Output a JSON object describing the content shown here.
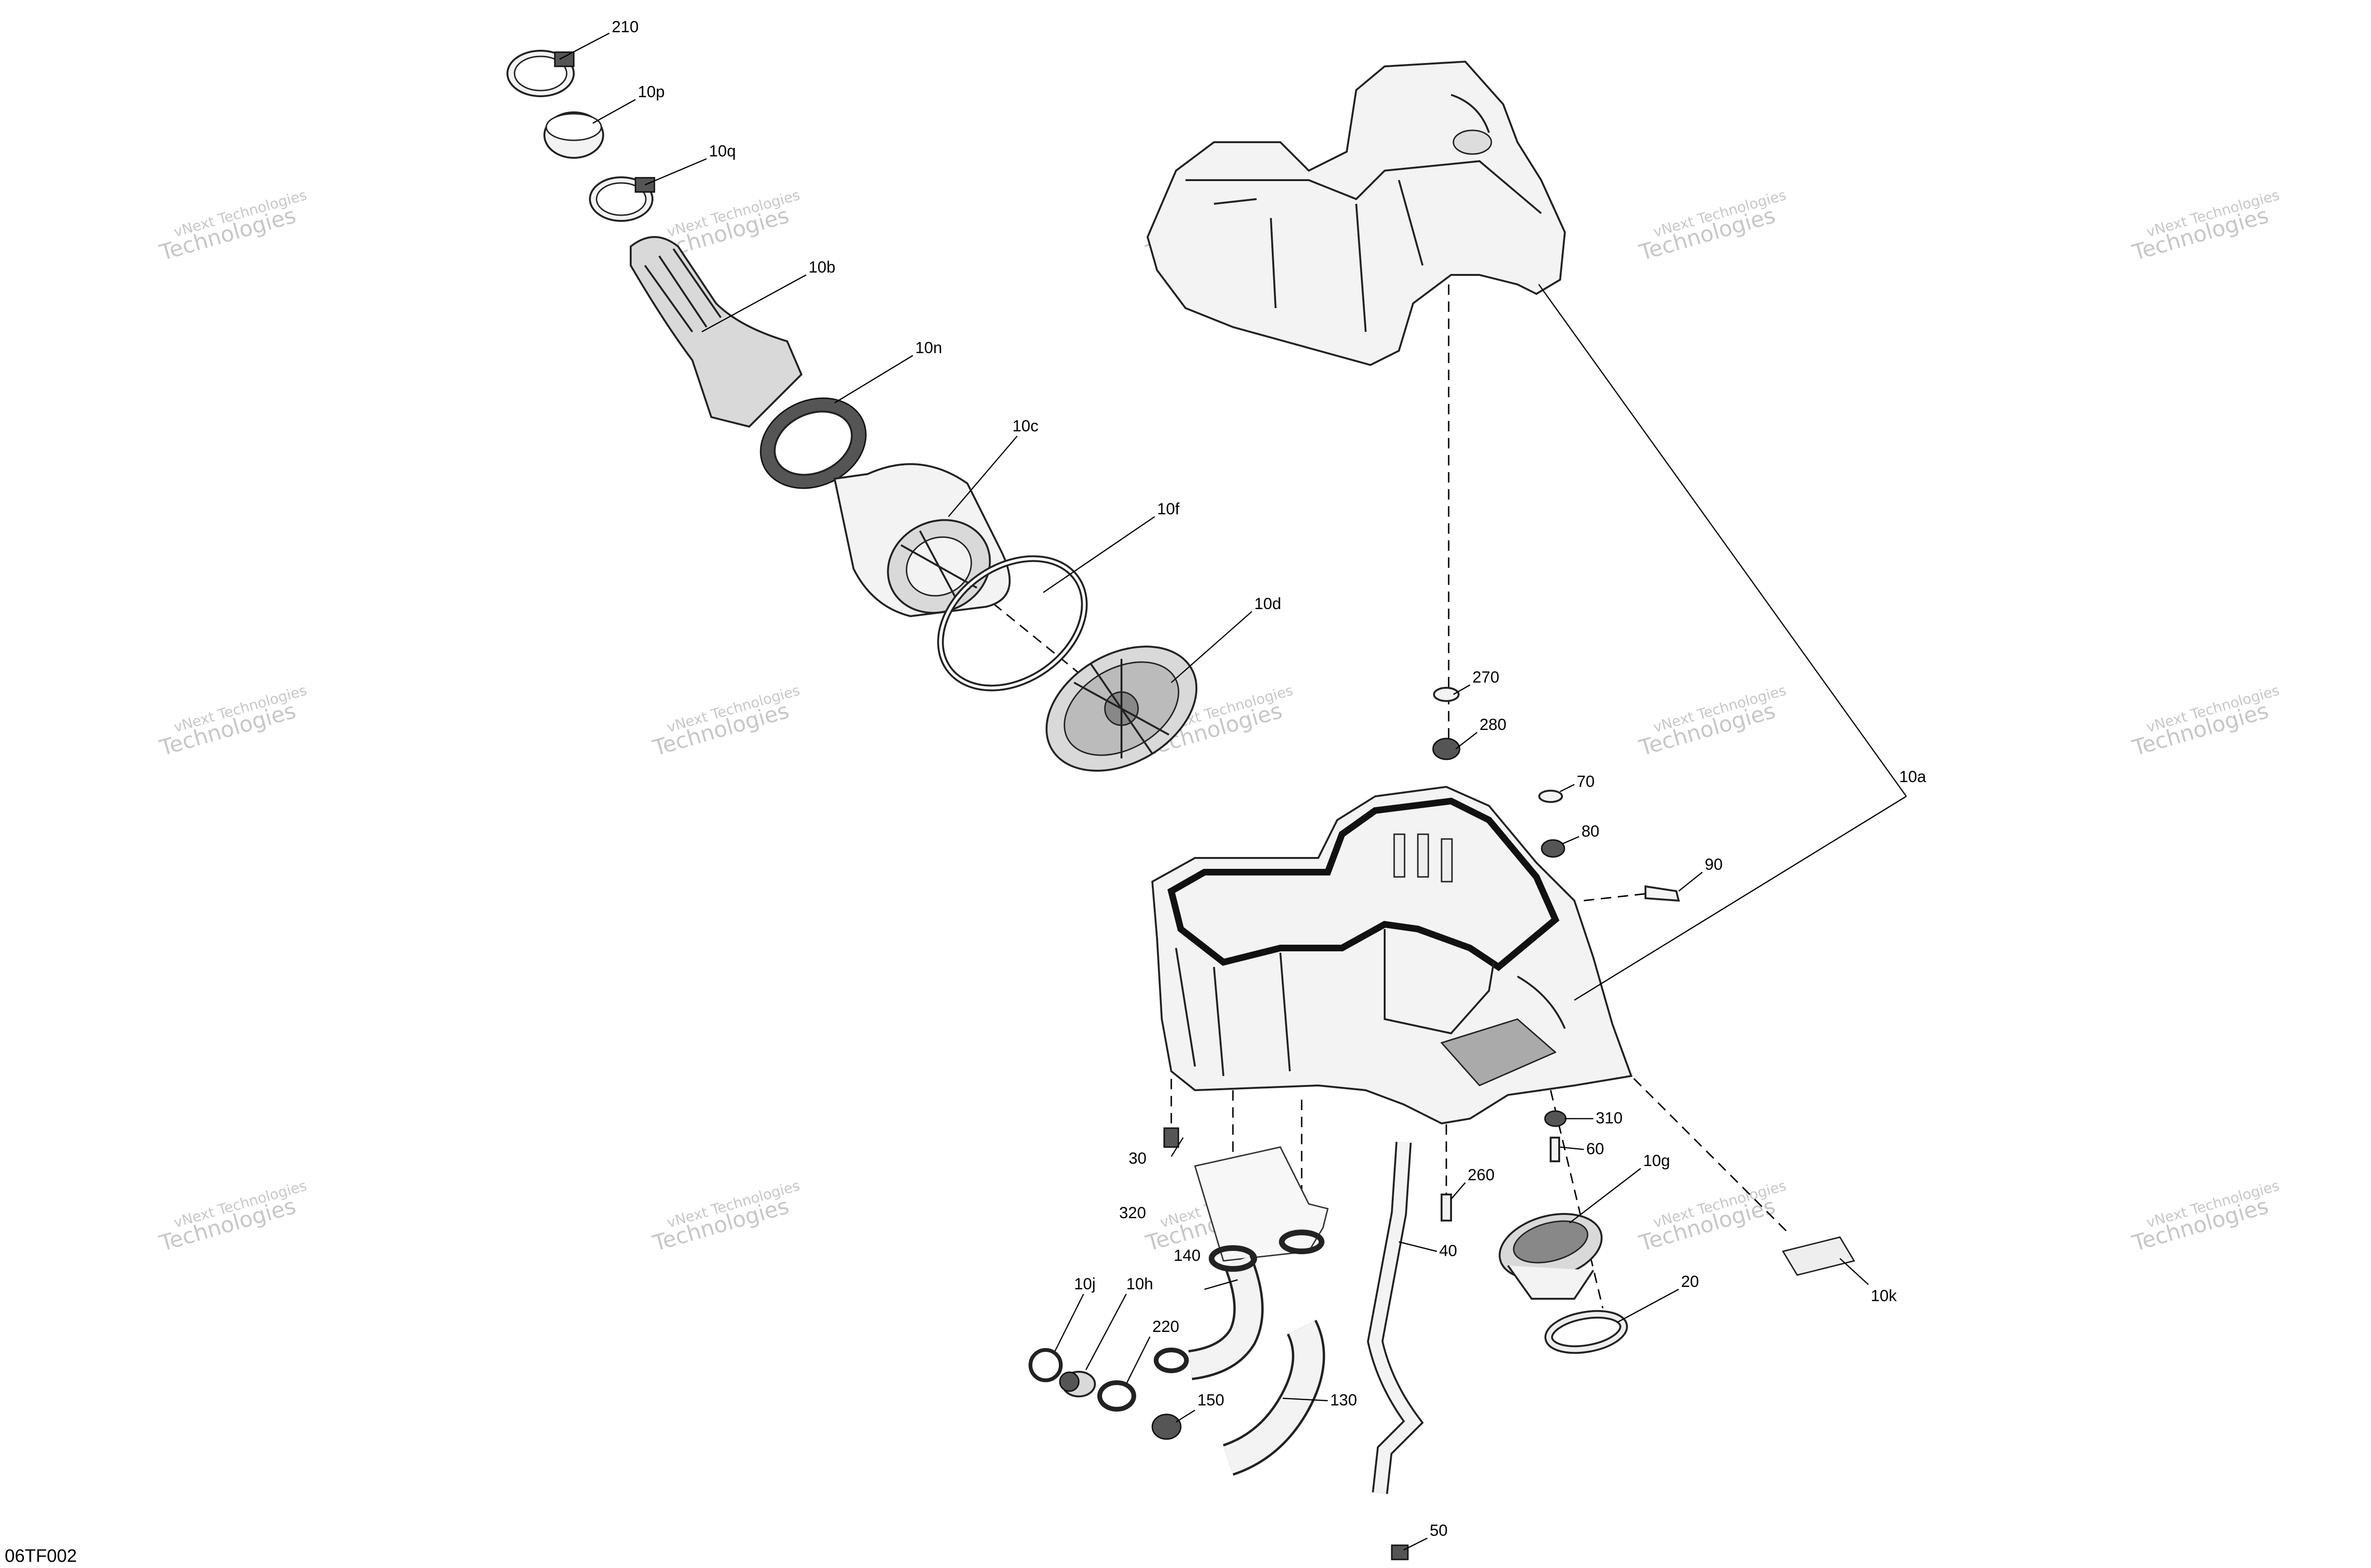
{
  "figure_id": "06TF002",
  "watermark": {
    "line1": "vNext Technologies",
    "line2": "vNext",
    "line3": "Technologies"
  },
  "callouts": {
    "c210": "210",
    "c10p": "10p",
    "c10q": "10q",
    "c10b": "10b",
    "c10n": "10n",
    "c10c": "10c",
    "c10f": "10f",
    "c10d": "10d",
    "c270": "270",
    "c280": "280",
    "c70": "70",
    "c80": "80",
    "c90": "90",
    "c10a": "10a",
    "c310": "310",
    "c60": "60",
    "c30": "30",
    "c260": "260",
    "c10g": "10g",
    "c320": "320",
    "c40": "40",
    "c140": "140",
    "c10j": "10j",
    "c10h": "10h",
    "c220": "220",
    "c20": "20",
    "c10k": "10k",
    "c150": "150",
    "c130": "130",
    "c50": "50"
  }
}
